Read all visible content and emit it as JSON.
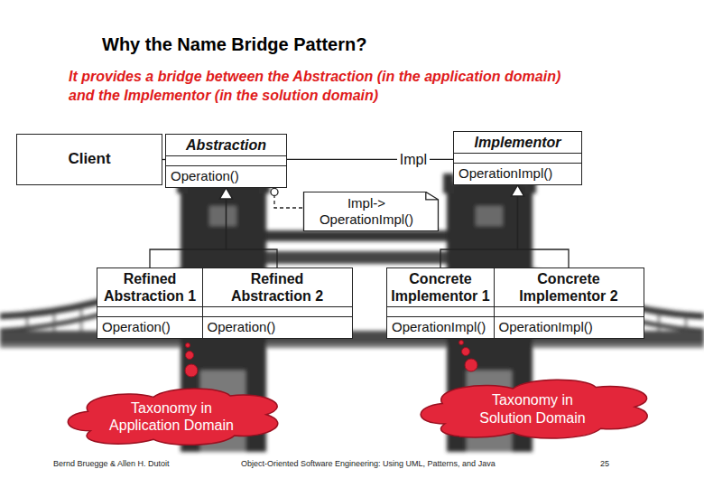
{
  "diagram": {
    "title": "Why the Name Bridge Pattern?",
    "nodes": [
      {
        "text": [
          "Client"
        ]
      },
      {
        "text": [
          "Abstraction",
          "Operation()"
        ]
      },
      {
        "text": [
          "Implementor",
          "OperationImpl()"
        ]
      },
      {
        "text": [
          "Impl-> OperationImpl()"
        ]
      },
      {
        "text": [
          "Refined Abstraction 1",
          "Operation()"
        ]
      },
      {
        "text": [
          "Refined Abstraction 2",
          "Operation()"
        ]
      },
      {
        "text": [
          "Concrete Implementor 1",
          "OperationImpl()"
        ]
      },
      {
        "text": [
          "Concrete Implementor 2",
          "OperationImpl()"
        ]
      },
      {
        "text": [
          "Taxonomy in Application Domain"
        ]
      },
      {
        "text": [
          "Taxonomy in Solution Domain"
        ]
      }
    ],
    "edges": [
      {
        "from": 0,
        "to": 1,
        "arrow": "none"
      },
      {
        "from": 1,
        "to": 2,
        "label": "Impl",
        "arrow": "none"
      },
      {
        "from": 3,
        "to": 1,
        "arrow": "none"
      },
      {
        "from": 4,
        "to": 1,
        "arrow": "to"
      },
      {
        "from": 5,
        "to": 1,
        "arrow": "to"
      },
      {
        "from": 6,
        "to": 2,
        "arrow": "to"
      },
      {
        "from": 7,
        "to": 2,
        "arrow": "to"
      }
    ],
    "labels": [
      "It provides a bridge between the Abstraction (in the application domain) and the Implementor (in the solution domain)",
      "Bernd Bruegge & Allen H. Dutoit",
      "Object-Oriented Software Engineering: Using UML, Patterns, and Java",
      "25"
    ]
  }
}
